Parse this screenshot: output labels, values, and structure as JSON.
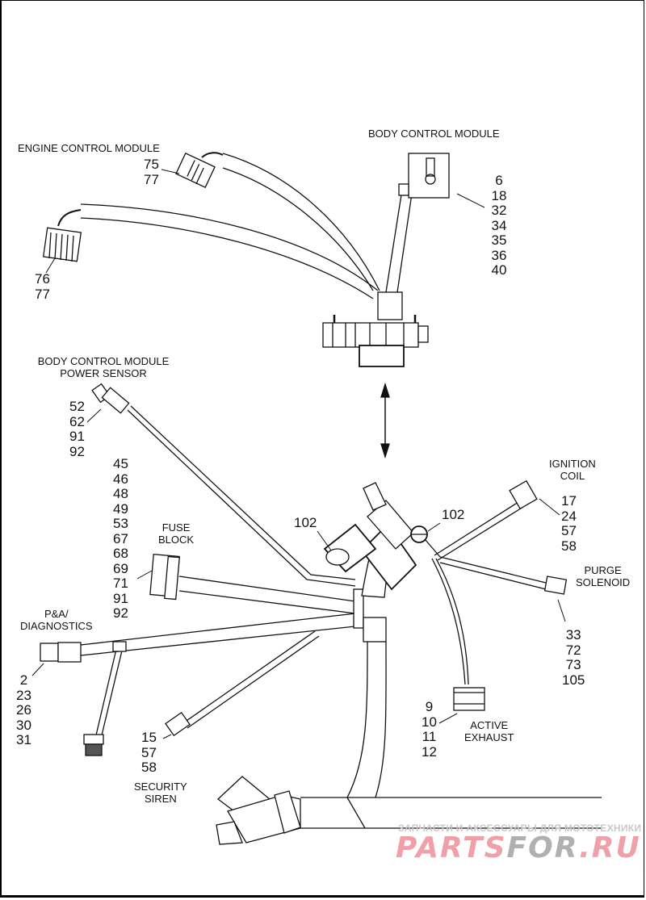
{
  "diagram": {
    "title": "Wiring harness with connectors",
    "components": [
      {
        "id": "ecm",
        "label": "ENGINE CONTROL MODULE",
        "connectors": [
          {
            "refs": [
              "75",
              "77"
            ]
          },
          {
            "refs": [
              "76",
              "77"
            ]
          }
        ]
      },
      {
        "id": "bcm",
        "label": "BODY CONTROL MODULE",
        "refs": [
          "6",
          "18",
          "32",
          "34",
          "35",
          "36",
          "40"
        ]
      },
      {
        "id": "bcm-power-sensor",
        "label_lines": [
          "BODY CONTROL MODULE",
          "POWER SENSOR"
        ],
        "refs": [
          "52",
          "62",
          "91",
          "92"
        ]
      },
      {
        "id": "fuse-block",
        "label_lines": [
          "FUSE",
          "BLOCK"
        ],
        "refs": [
          "45",
          "46",
          "48",
          "49",
          "53",
          "67",
          "68",
          "69",
          "71",
          "91",
          "92"
        ]
      },
      {
        "id": "pa-diagnostics",
        "label_lines": [
          "P&A/",
          "DIAGNOSTICS"
        ],
        "refs": [
          "2",
          "23",
          "26",
          "30",
          "31"
        ]
      },
      {
        "id": "ignition-coil",
        "label_lines": [
          "IGNITION",
          "COIL"
        ],
        "refs": [
          "17",
          "24",
          "57",
          "58"
        ]
      },
      {
        "id": "purge-solenoid",
        "label_lines": [
          "PURGE",
          "SOLENOID"
        ],
        "refs": [
          "33",
          "72",
          "73",
          "105"
        ]
      },
      {
        "id": "active-exhaust",
        "label_lines": [
          "ACTIVE",
          "EXHAUST"
        ],
        "refs": [
          "9",
          "10",
          "11",
          "12"
        ]
      },
      {
        "id": "security-siren",
        "label_lines": [
          "SECURITY",
          "SIREN"
        ],
        "refs": [
          "15",
          "57",
          "58"
        ]
      }
    ],
    "callouts": {
      "left_102": "102",
      "right_102": "102"
    }
  },
  "watermark": {
    "tagline": "ЗАПЧАСТИ И АКСЕССУАРЫ ДЛЯ МОТОТЕХНИКИ",
    "brand_part1": "PARTS",
    "brand_part2": "FOR",
    "brand_part3": ".RU"
  }
}
